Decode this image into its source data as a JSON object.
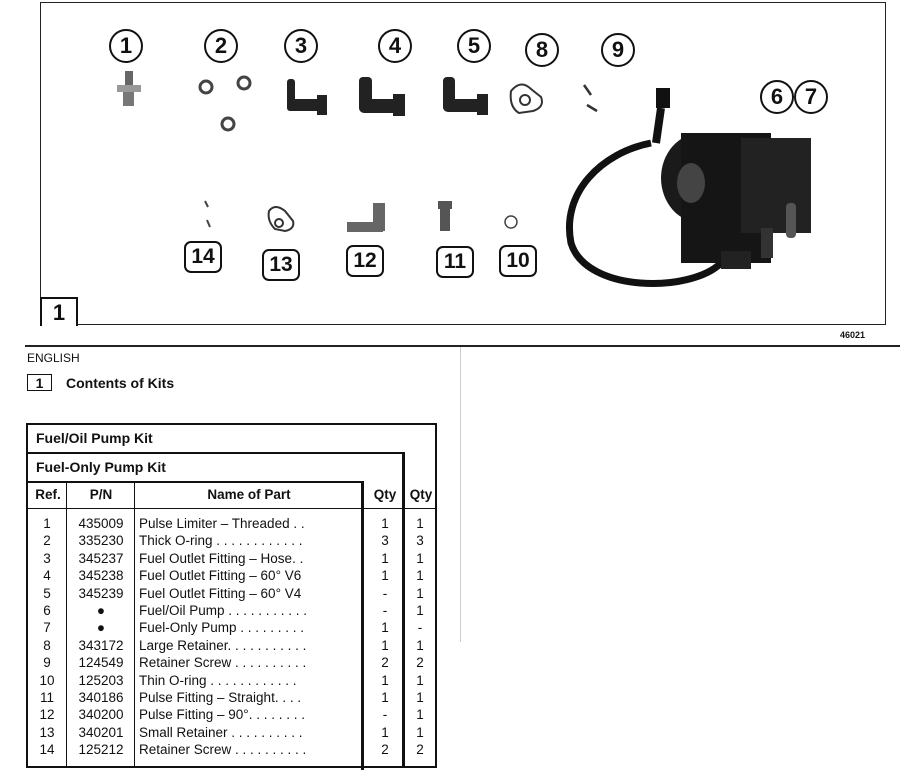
{
  "figure": {
    "number_label": "1",
    "figure_id": "46021",
    "callouts_circle": [
      "1",
      "2",
      "3",
      "4",
      "5",
      "8",
      "9",
      "6",
      "7"
    ],
    "callouts_box": [
      "14",
      "13",
      "12",
      "11",
      "10"
    ]
  },
  "section": {
    "language": "ENGLISH",
    "number": "1",
    "title": "Contents of Kits"
  },
  "table": {
    "kit_outer": "Fuel/Oil Pump Kit",
    "kit_inner": "Fuel-Only Pump Kit",
    "headers": {
      "ref": "Ref.",
      "pn": "P/N",
      "name": "Name of Part",
      "qty_fuel_only": "Qty",
      "qty_fuel_oil": "Qty"
    },
    "rows": [
      {
        "ref": "1",
        "pn": "435009",
        "name": "Pulse Limiter – Threaded . .",
        "qty_fuel_only": "1",
        "qty_fuel_oil": "1"
      },
      {
        "ref": "2",
        "pn": "335230",
        "name": "Thick O-ring . . . . . . . . . . . .",
        "qty_fuel_only": "3",
        "qty_fuel_oil": "3"
      },
      {
        "ref": "3",
        "pn": "345237",
        "name": "Fuel Outlet Fitting – Hose. .",
        "qty_fuel_only": "1",
        "qty_fuel_oil": "1"
      },
      {
        "ref": "4",
        "pn": "345238",
        "name": "Fuel Outlet Fitting – 60° V6",
        "qty_fuel_only": "1",
        "qty_fuel_oil": "1"
      },
      {
        "ref": "5",
        "pn": "345239",
        "name": "Fuel Outlet Fitting – 60° V4",
        "qty_fuel_only": "-",
        "qty_fuel_oil": "1"
      },
      {
        "ref": "6",
        "pn": "●",
        "name": "Fuel/Oil Pump . . . . . . . . . . .",
        "qty_fuel_only": "-",
        "qty_fuel_oil": "1"
      },
      {
        "ref": "7",
        "pn": "●",
        "name": "Fuel-Only Pump . . . . . . . . .",
        "qty_fuel_only": "1",
        "qty_fuel_oil": "-"
      },
      {
        "ref": "8",
        "pn": "343172",
        "name": "Large Retainer. . . . . . . . . . .",
        "qty_fuel_only": "1",
        "qty_fuel_oil": "1"
      },
      {
        "ref": "9",
        "pn": "124549",
        "name": "Retainer Screw . . . . . . . . . .",
        "qty_fuel_only": "2",
        "qty_fuel_oil": "2"
      },
      {
        "ref": "10",
        "pn": "125203",
        "name": "Thin O-ring . . . . . . . . . . . .",
        "qty_fuel_only": "1",
        "qty_fuel_oil": "1"
      },
      {
        "ref": "11",
        "pn": "340186",
        "name": "Pulse Fitting – Straight. . . .",
        "qty_fuel_only": "1",
        "qty_fuel_oil": "1"
      },
      {
        "ref": "12",
        "pn": "340200",
        "name": "Pulse Fitting – 90°. . . . . . . .",
        "qty_fuel_only": "-",
        "qty_fuel_oil": "1"
      },
      {
        "ref": "13",
        "pn": "340201",
        "name": "Small Retainer . . . . . . . . . .",
        "qty_fuel_only": "1",
        "qty_fuel_oil": "1"
      },
      {
        "ref": "14",
        "pn": "125212",
        "name": "Retainer Screw . . . . . . . . . .",
        "qty_fuel_only": "2",
        "qty_fuel_oil": "2"
      }
    ]
  }
}
